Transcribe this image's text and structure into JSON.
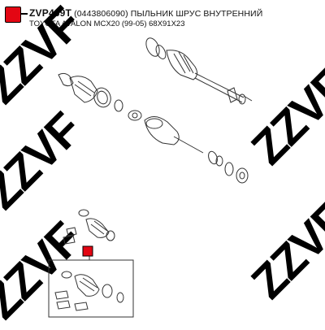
{
  "header": {
    "part_code": "ZVP469T",
    "oem_number": "(0443806090)",
    "description": "ПЫЛЬНИК ШРУС ВНУТРЕННИЙ",
    "vehicle": "TOYOTA AVALON MCX20 (99-05) 68X91X23"
  },
  "watermark": {
    "text": "ZZVF"
  },
  "colors": {
    "brand_red": "#e30613",
    "line": "#333333"
  }
}
